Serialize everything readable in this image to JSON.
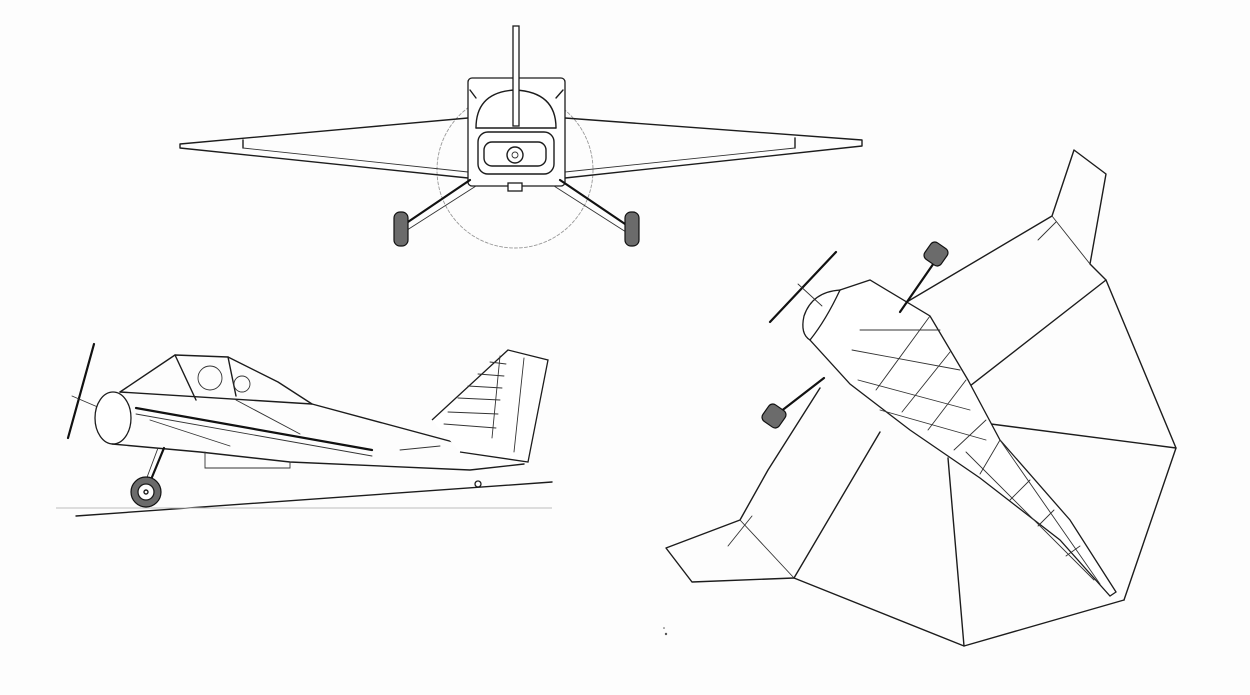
{
  "drawing": {
    "kind": "three-view line drawing of a light aircraft",
    "views": [
      {
        "id": "front",
        "icon": "aircraft-front-view"
      },
      {
        "id": "side",
        "icon": "aircraft-side-view"
      },
      {
        "id": "top",
        "icon": "aircraft-top-view"
      }
    ],
    "ink_color": "#1c1c1c",
    "paper_color": "#fdfdfd",
    "tire_color": "#6b6b6b"
  }
}
